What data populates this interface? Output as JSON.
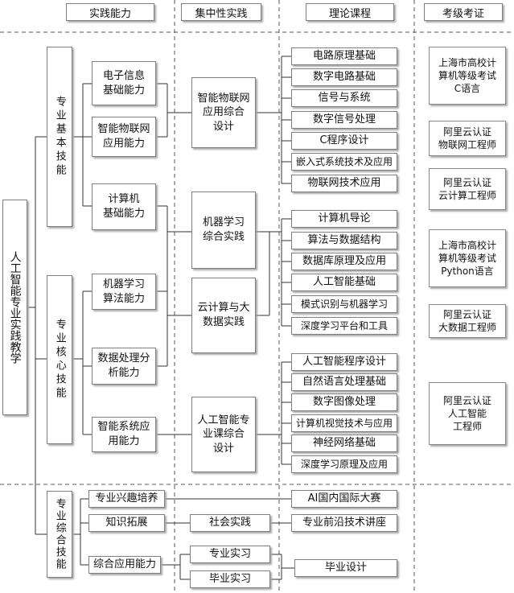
{
  "headers": [
    "实践能力",
    "集中性实践",
    "理论课程",
    "考级考证"
  ],
  "root": "人工智能专业实践教学",
  "skills": {
    "basic": "专业基本技能",
    "core": "专业核心技能",
    "comprehensive": "专业综合技能"
  },
  "abilities": [
    "电子信息\n基础能力",
    "智能物联网\n应用能力",
    "计算机\n基础能力",
    "机器学习\n算法能力",
    "数据处理分\n析能力",
    "智能系统应\n用能力"
  ],
  "practices": [
    "智能物联网\n应用综合\n设计",
    "机器学习\n综合实践",
    "云计算与大\n数据实践",
    "人工智能专\n业课综合\n设计"
  ],
  "courses": {
    "group1": [
      "电路原理基础",
      "数字电路基础",
      "信号与系统",
      "数字信号处理",
      "C程序设计",
      "嵌入式系统技术及应用",
      "物联网技术应用"
    ],
    "group2": [
      "计算机导论",
      "算法与数据结构",
      "数据库原理及应用",
      "人工智能基础",
      "模式识别与机器学习",
      "深度学习平台和工具"
    ],
    "group3": [
      "人工智能程序设计",
      "自然语言处理基础",
      "数字图像处理",
      "计算机视觉技术与应用",
      "神经网络基础",
      "深度学习原理及应用"
    ]
  },
  "certs": [
    "上海市高校计\n算机等级考试\nC语言",
    "阿里云认证\n物联网工程师",
    "阿里云认证\n云计算工程师",
    "上海市高校计\n算机等级考试\nPython语言",
    "阿里云认证\n大数据工程师",
    "阿里云认证\n人工智能\n工程师"
  ],
  "bottom": {
    "interest": "专业兴趣培养",
    "knowledge": "知识拓展",
    "application": "综合应用能力",
    "social": "社会实践",
    "internship": "专业实习",
    "graduation_internship": "毕业实习",
    "competition": "AI国内国际大赛",
    "lecture": "专业前沿技术讲座",
    "thesis": "毕业设计"
  }
}
